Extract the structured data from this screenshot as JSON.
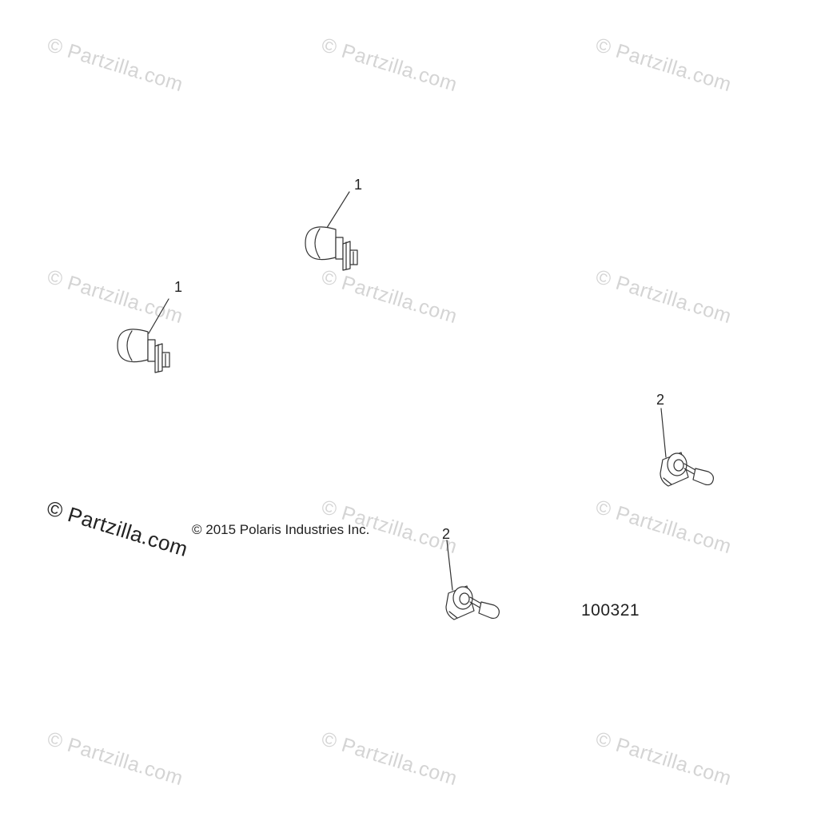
{
  "watermark": {
    "text": "© Partzilla.com"
  },
  "callouts": {
    "part_1": "1",
    "part_2": "2"
  },
  "copyright": "© 2015 Polaris Industries Inc.",
  "diagram_number": "100321",
  "colors": {
    "line": "#333333",
    "watermark": "#d4d4d4",
    "watermark_strong": "#222222"
  }
}
